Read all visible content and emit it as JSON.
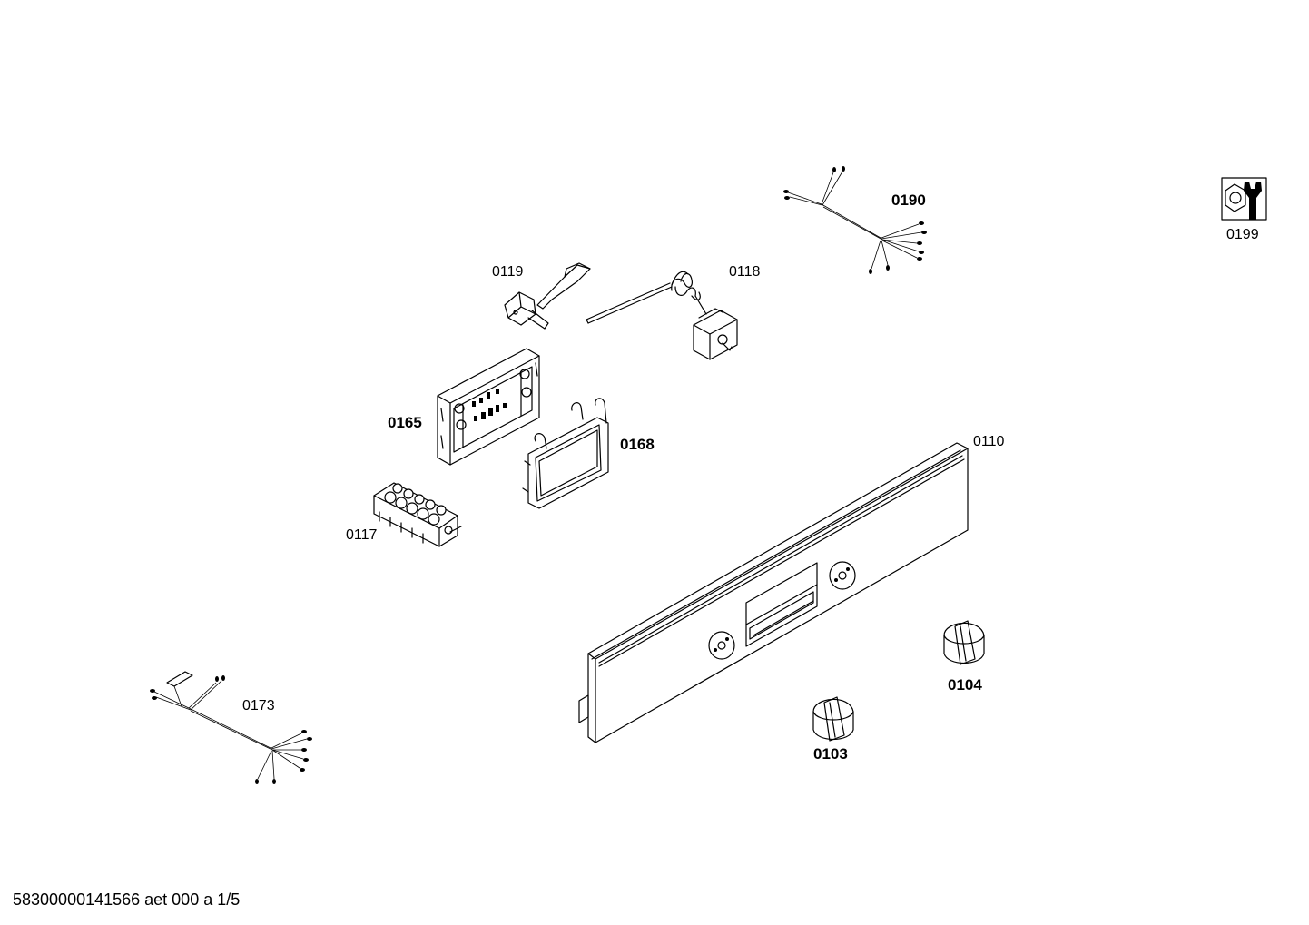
{
  "parts": {
    "p0190": {
      "number": "0190"
    },
    "p0199": {
      "number": "0199"
    },
    "p0119": {
      "number": "0119"
    },
    "p0118": {
      "number": "0118"
    },
    "p0165": {
      "number": "0165"
    },
    "p0168": {
      "number": "0168"
    },
    "p0110": {
      "number": "0110"
    },
    "p0117": {
      "number": "0117"
    },
    "p0173": {
      "number": "0173"
    },
    "p0104": {
      "number": "0104"
    },
    "p0103": {
      "number": "0103"
    }
  },
  "document": {
    "id": "58300000141566 aet 000 a 1/5"
  },
  "icons": {
    "service": "wrench-nut-icon"
  }
}
